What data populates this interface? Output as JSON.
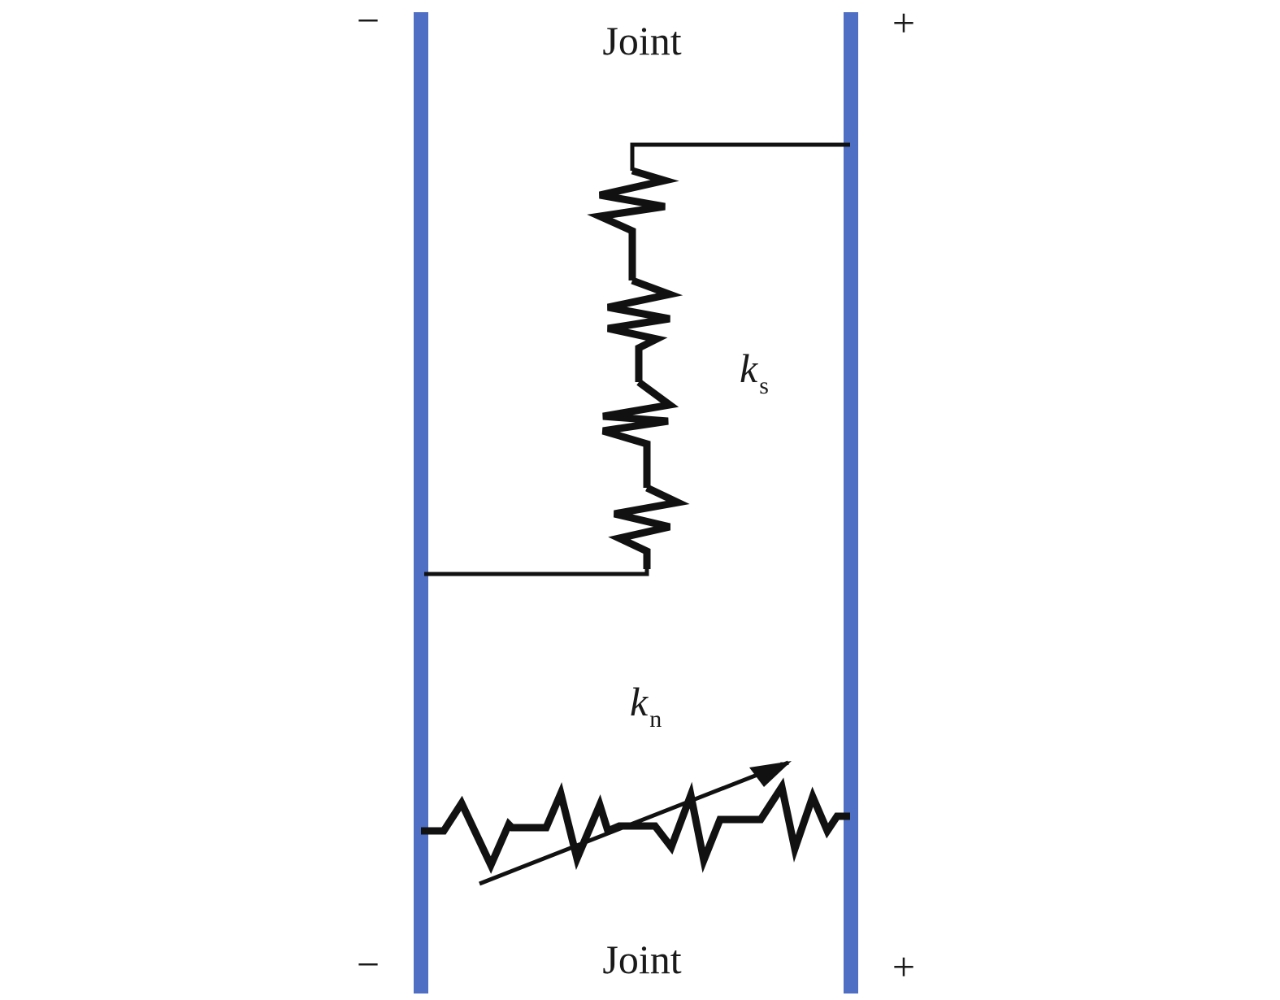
{
  "labels": {
    "joint_top": "Joint",
    "joint_bottom": "Joint",
    "minus_top": "−",
    "minus_bottom": "−",
    "plus_top": "+",
    "plus_bottom": "+",
    "shear_stiffness": {
      "symbol": "k",
      "subscript": "s"
    },
    "normal_stiffness": {
      "symbol": "k",
      "subscript": "n"
    }
  },
  "colors": {
    "joint_wall": "#4f6fc4",
    "spring": "#111111"
  },
  "icons": {
    "variable_arrow": "arrow-icon"
  }
}
